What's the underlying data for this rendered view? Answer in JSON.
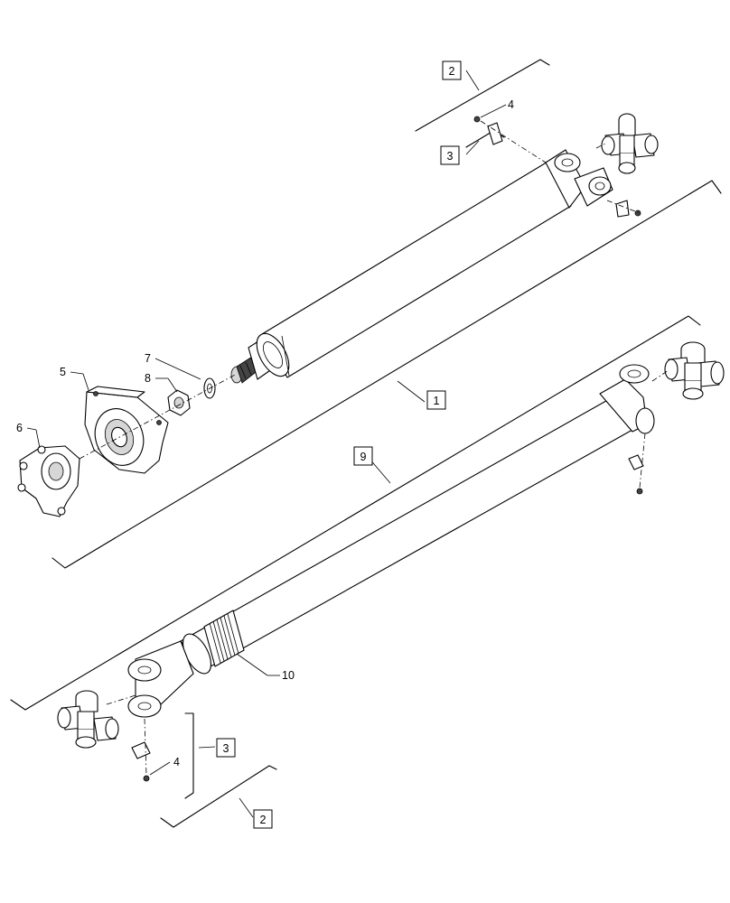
{
  "diagram": {
    "type": "exploded parts view - drive shaft assembly",
    "callouts": [
      {
        "id": "c1",
        "label": "1",
        "boxed": true
      },
      {
        "id": "c2_top",
        "label": "2",
        "boxed": true
      },
      {
        "id": "c3_top",
        "label": "3",
        "boxed": true
      },
      {
        "id": "c4_top",
        "label": "4",
        "boxed": false
      },
      {
        "id": "c5",
        "label": "5",
        "boxed": false
      },
      {
        "id": "c6",
        "label": "6",
        "boxed": false
      },
      {
        "id": "c7",
        "label": "7",
        "boxed": false
      },
      {
        "id": "c8",
        "label": "8",
        "boxed": false
      },
      {
        "id": "c9",
        "label": "9",
        "boxed": true
      },
      {
        "id": "c10",
        "label": "10",
        "boxed": false
      },
      {
        "id": "c3_bot",
        "label": "3",
        "boxed": true
      },
      {
        "id": "c4_bot",
        "label": "4",
        "boxed": false
      },
      {
        "id": "c2_bot",
        "label": "2",
        "boxed": true
      }
    ]
  }
}
